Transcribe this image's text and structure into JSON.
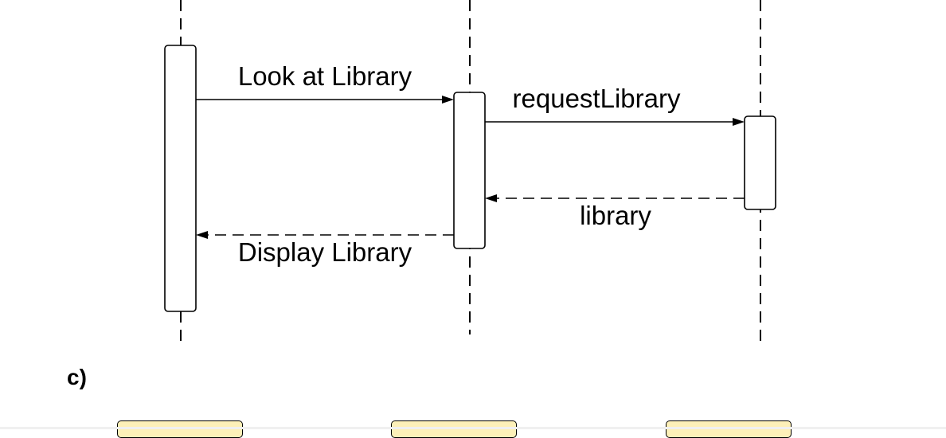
{
  "diagram": {
    "messages": [
      {
        "label": "Look at Library",
        "style": "solid"
      },
      {
        "label": "requestLibrary",
        "style": "solid"
      },
      {
        "label": "library",
        "style": "dashed"
      },
      {
        "label": "Display Library",
        "style": "dashed"
      }
    ]
  },
  "section": {
    "label": "c)"
  },
  "colors": {
    "stroke": "#000000",
    "box_fill": "#fdf0b8",
    "background": "#ffffff"
  }
}
